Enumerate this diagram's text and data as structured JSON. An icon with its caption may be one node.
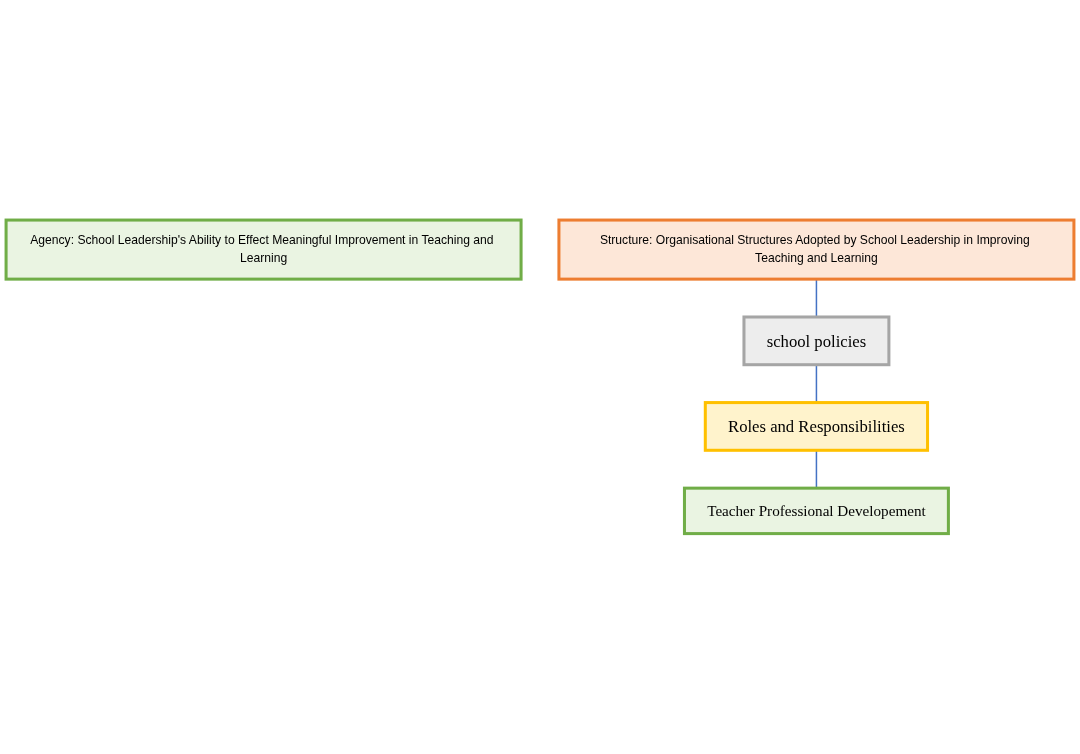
{
  "diagram": {
    "nodes": [
      {
        "text": [
          "Agency: School Leadership's Ability to Effect Meaningful Improvement in Teaching and Learning"
        ]
      },
      {
        "text": [
          "Structure: Organisational Structures Adopted by School Leadership in Improving Teaching and Learning"
        ]
      },
      {
        "text": [
          "school policies"
        ]
      },
      {
        "text": [
          "Roles and Responsibilities"
        ]
      },
      {
        "text": [
          "Teacher Professional Developement"
        ]
      }
    ],
    "edges": [
      {
        "from": 1,
        "to": 2,
        "arrow": "none"
      },
      {
        "from": 2,
        "to": 3,
        "arrow": "none"
      },
      {
        "from": 3,
        "to": 4,
        "arrow": "none"
      }
    ]
  }
}
